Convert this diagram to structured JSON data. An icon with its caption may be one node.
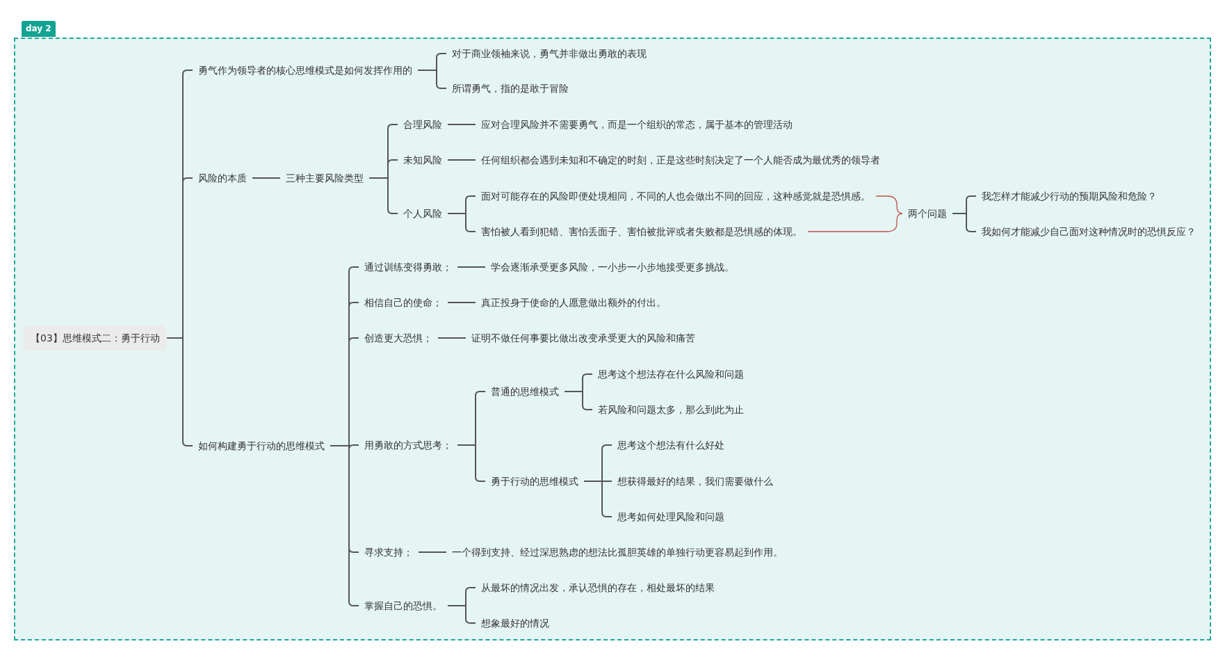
{
  "diagram": {
    "nodes": [
      {
        "text": [
          "day 2"
        ]
      },
      {
        "text": [
          "【03】思维模式二：勇于行动"
        ],
        "in": 0
      },
      {
        "text": [
          "勇气作为领导者的核心思维模式是如何发挥作用的"
        ],
        "in": 0
      },
      {
        "text": [
          "对于商业领袖来说，勇气并非做出勇敢的表现"
        ],
        "in": 0
      },
      {
        "text": [
          "所谓勇气，指的是敢于冒险"
        ],
        "in": 0
      },
      {
        "text": [
          "风险的本质"
        ],
        "in": 0
      },
      {
        "text": [
          "三种主要风险类型"
        ],
        "in": 0
      },
      {
        "text": [
          "合理风险"
        ],
        "in": 0
      },
      {
        "text": [
          "应对合理风险并不需要勇气，而是一个组织的常态，属于基本的管理活动"
        ],
        "in": 0
      },
      {
        "text": [
          "未知风险"
        ],
        "in": 0
      },
      {
        "text": [
          "任何组织都会遇到未知和不确定的时刻，正是这些时刻决定了一个人能否成为最优秀的领导者"
        ],
        "in": 0
      },
      {
        "text": [
          "个人风险"
        ],
        "in": 0
      },
      {
        "text": [
          "面对可能存在的风险即便处境相同，不同的人也会做出不同的回应，这种感觉就是恐惧感。"
        ],
        "in": 0
      },
      {
        "text": [
          "害怕被人看到犯错、害怕丢面子、害怕被批评或者失败都是恐惧感的体现。"
        ],
        "in": 0
      },
      {
        "text": [
          "两个问题"
        ],
        "in": 0
      },
      {
        "text": [
          "我怎样才能减少行动的预期风险和危险？"
        ],
        "in": 0
      },
      {
        "text": [
          "我如何才能减少自己面对这种情况时的恐惧反应？"
        ],
        "in": 0
      },
      {
        "text": [
          "如何构建勇于行动的思维模式"
        ],
        "in": 0
      },
      {
        "text": [
          "通过训练变得勇敢；"
        ],
        "in": 0
      },
      {
        "text": [
          "学会逐渐承受更多风险，一小步一小步地接受更多挑战。"
        ],
        "in": 0
      },
      {
        "text": [
          "相信自己的使命；"
        ],
        "in": 0
      },
      {
        "text": [
          "真正投身于使命的人愿意做出额外的付出。"
        ],
        "in": 0
      },
      {
        "text": [
          "创造更大恐惧；"
        ],
        "in": 0
      },
      {
        "text": [
          "证明不做任何事要比做出改变承受更大的风险和痛苦"
        ],
        "in": 0
      },
      {
        "text": [
          "用勇敢的方式思考；"
        ],
        "in": 0
      },
      {
        "text": [
          "普通的思维模式"
        ],
        "in": 0
      },
      {
        "text": [
          "思考这个想法存在什么风险和问题"
        ],
        "in": 0
      },
      {
        "text": [
          "若风险和问题太多，那么到此为止"
        ],
        "in": 0
      },
      {
        "text": [
          "勇于行动的思维模式"
        ],
        "in": 0
      },
      {
        "text": [
          "思考这个想法有什么好处"
        ],
        "in": 0
      },
      {
        "text": [
          "想获得最好的结果，我们需要做什么"
        ],
        "in": 0
      },
      {
        "text": [
          "思考如何处理风险和问题"
        ],
        "in": 0
      },
      {
        "text": [
          "寻求支持；"
        ],
        "in": 0
      },
      {
        "text": [
          "一个得到支持、经过深思熟虑的想法比孤胆英雄的单独行动更容易起到作用。"
        ],
        "in": 0
      },
      {
        "text": [
          "掌握自己的恐惧。"
        ],
        "in": 0
      },
      {
        "text": [
          "从最坏的情况出发，承认恐惧的存在，相处最坏的结果"
        ],
        "in": 0
      },
      {
        "text": [
          "想象最好的情况"
        ],
        "in": 0
      }
    ],
    "edges": [
      {
        "from": 1,
        "to": 2,
        "arrow": "none"
      },
      {
        "from": 1,
        "to": 5,
        "arrow": "none"
      },
      {
        "from": 1,
        "to": 17,
        "arrow": "none"
      },
      {
        "from": 2,
        "to": 3,
        "arrow": "none"
      },
      {
        "from": 2,
        "to": 4,
        "arrow": "none"
      },
      {
        "from": 5,
        "to": 6,
        "arrow": "none"
      },
      {
        "from": 6,
        "to": 7,
        "arrow": "none"
      },
      {
        "from": 6,
        "to": 9,
        "arrow": "none"
      },
      {
        "from": 6,
        "to": 11,
        "arrow": "none"
      },
      {
        "from": 7,
        "to": 8,
        "arrow": "none"
      },
      {
        "from": 9,
        "to": 10,
        "arrow": "none"
      },
      {
        "from": 11,
        "to": 12,
        "arrow": "none"
      },
      {
        "from": 11,
        "to": 13,
        "arrow": "none"
      },
      {
        "from": 12,
        "to": 14,
        "arrow": "none",
        "color": "#c0504d"
      },
      {
        "from": 13,
        "to": 14,
        "arrow": "none",
        "color": "#c0504d"
      },
      {
        "from": 14,
        "to": 15,
        "arrow": "none"
      },
      {
        "from": 14,
        "to": 16,
        "arrow": "none"
      },
      {
        "from": 17,
        "to": 18,
        "arrow": "none"
      },
      {
        "from": 17,
        "to": 20,
        "arrow": "none"
      },
      {
        "from": 17,
        "to": 22,
        "arrow": "none"
      },
      {
        "from": 17,
        "to": 24,
        "arrow": "none"
      },
      {
        "from": 17,
        "to": 32,
        "arrow": "none"
      },
      {
        "from": 17,
        "to": 34,
        "arrow": "none"
      },
      {
        "from": 18,
        "to": 19,
        "arrow": "none"
      },
      {
        "from": 20,
        "to": 21,
        "arrow": "none"
      },
      {
        "from": 22,
        "to": 23,
        "arrow": "none"
      },
      {
        "from": 24,
        "to": 25,
        "arrow": "none"
      },
      {
        "from": 24,
        "to": 28,
        "arrow": "none"
      },
      {
        "from": 25,
        "to": 26,
        "arrow": "none"
      },
      {
        "from": 25,
        "to": 27,
        "arrow": "none"
      },
      {
        "from": 28,
        "to": 29,
        "arrow": "none"
      },
      {
        "from": 28,
        "to": 30,
        "arrow": "none"
      },
      {
        "from": 28,
        "to": 31,
        "arrow": "none"
      },
      {
        "from": 32,
        "to": 33,
        "arrow": "none"
      },
      {
        "from": 34,
        "to": 35,
        "arrow": "none"
      },
      {
        "from": 34,
        "to": 36,
        "arrow": "none"
      }
    ]
  }
}
